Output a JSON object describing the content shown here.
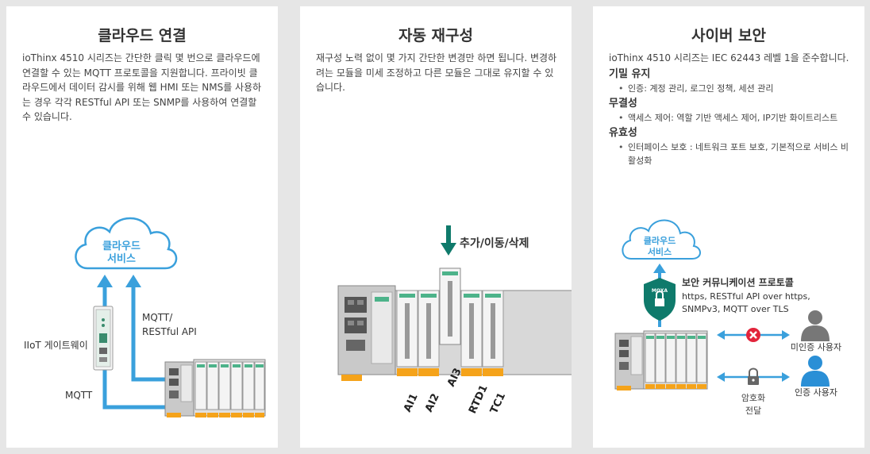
{
  "cloud": {
    "title": "클라우드 연결",
    "description": "ioThinx 4510 시리즈는 간단한 클릭 몇 번으로 클라우드에 연결할 수 있는 MQTT 프로토콜을 지원합니다. 프라이빗 클라우드에서 데이터 감시를 위해 웹 HMI 또는 NMS를 사용하는 경우 각각 RESTful API 또는 SNMP를 사용하여 연결할 수 있습니다.",
    "service_line1": "클라우드",
    "service_line2": "서비스",
    "gateway_label": "IIoT 게이트웨이",
    "mqtt_label": "MQTT",
    "mqtt_rest_line1": "MQTT/",
    "mqtt_rest_line2": "RESTful API"
  },
  "reconfig": {
    "title": "자동 재구성",
    "description": "재구성 노력 없이 몇 가지 간단한 변경만 하면 됩니다. 변경하려는 모듈을 미세 조정하고 다른 모듈은 그대로 유지할 수 있습니다.",
    "arrow_label": "추가/이동/삭제",
    "modules": [
      "AI1",
      "AI2",
      "AI3",
      "RTD1",
      "TC1"
    ]
  },
  "security": {
    "title": "사이버 보안",
    "description": "ioThinx 4510 시리즈는 IEC 62443 레벨 1을 준수합니다.",
    "sections": [
      {
        "heading": "기밀 유지",
        "items": [
          "인증: 계정 관리, 로그인 정책, 세션 관리"
        ]
      },
      {
        "heading": "무결성",
        "items": [
          "액세스 제어: 역할 기반 액세스 제어, IP기반 화이트리스트"
        ]
      },
      {
        "heading": "유효성",
        "items": [
          "인터페이스 보호 : 네트워크 포트 보호, 기본적으로 서비스 비활성화"
        ]
      }
    ],
    "service_line1": "클라우드",
    "service_line2": "서비스",
    "shield_text": "MOXA",
    "protocol_title": "보안 커뮤니케이션 프로토콜",
    "protocol_line1": "https, RESTful API over https,",
    "protocol_line2": "SNMPv3, MQTT over TLS",
    "unauth_user": "미인증 사용자",
    "auth_user": "인증 사용자",
    "encrypt_line1": "암호화",
    "encrypt_line2": "전달"
  },
  "colors": {
    "blue": "#3aa0dc",
    "teal": "#0f7a6b",
    "orange": "#f5a31a",
    "red": "#e2243b",
    "user_gray": "#777777",
    "user_blue": "#2a8fd6"
  }
}
